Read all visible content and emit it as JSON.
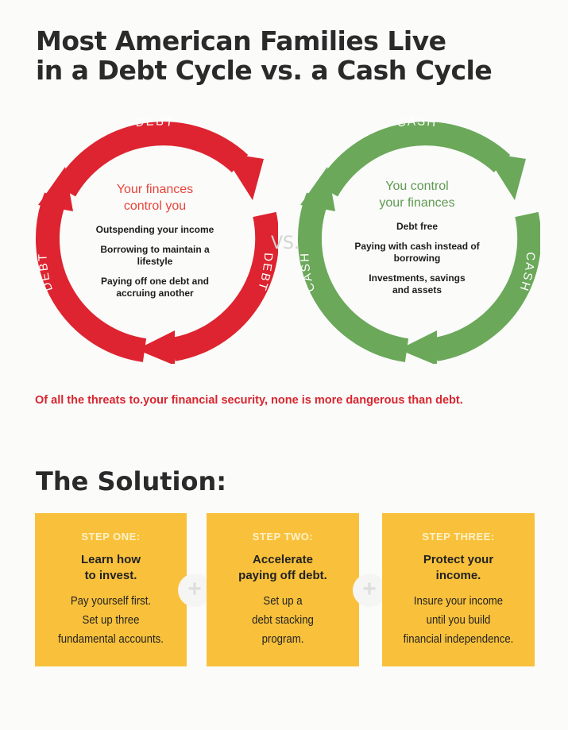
{
  "title": {
    "line1": "Most American Families Live",
    "line2": "in a Debt Cycle vs. a Cash Cycle"
  },
  "debt_cycle": {
    "top_label": "DEBT",
    "left_label": "DEBT",
    "right_label": "DEBT",
    "heading_line1": "Your finances",
    "heading_line2": "control you",
    "items": [
      "Outspending your income",
      "Borrowing to maintain a lifestyle",
      "Paying off one debt and accruing another"
    ],
    "color": "#dd2430"
  },
  "vs_label": "VS.",
  "cash_cycle": {
    "top_label": "CASH",
    "left_label": "CASH",
    "right_label": "CASH",
    "heading_line1": "You control",
    "heading_line2": "your finances",
    "items": [
      "Debt free",
      "Paying with cash instead of borrowing",
      "Investments, savings and assets"
    ],
    "color": "#6ba85a"
  },
  "threat_text": "Of all the threats to.your financial security, none is more dangerous than debt.",
  "solution_title": "The Solution:",
  "steps": [
    {
      "label": "STEP ONE:",
      "heading_line1": "Learn how",
      "heading_line2": "to invest.",
      "body_lines": [
        "Pay yourself first.",
        "Set up three",
        "fundamental accounts."
      ]
    },
    {
      "label": "STEP TWO:",
      "heading_line1": "Accelerate",
      "heading_line2": "paying off debt.",
      "body_lines": [
        "Set up a",
        "debt stacking",
        "program."
      ]
    },
    {
      "label": "STEP THREE:",
      "heading_line1": "Protect your",
      "heading_line2": "income.",
      "body_lines": [
        "Insure your income",
        "until you build",
        "financial independence."
      ]
    }
  ],
  "plus_symbol": "+",
  "colors": {
    "debt_red": "#dd2430",
    "cash_green": "#6ba85a",
    "step_yellow": "#f9c13b",
    "threat_red": "#d8262f"
  }
}
